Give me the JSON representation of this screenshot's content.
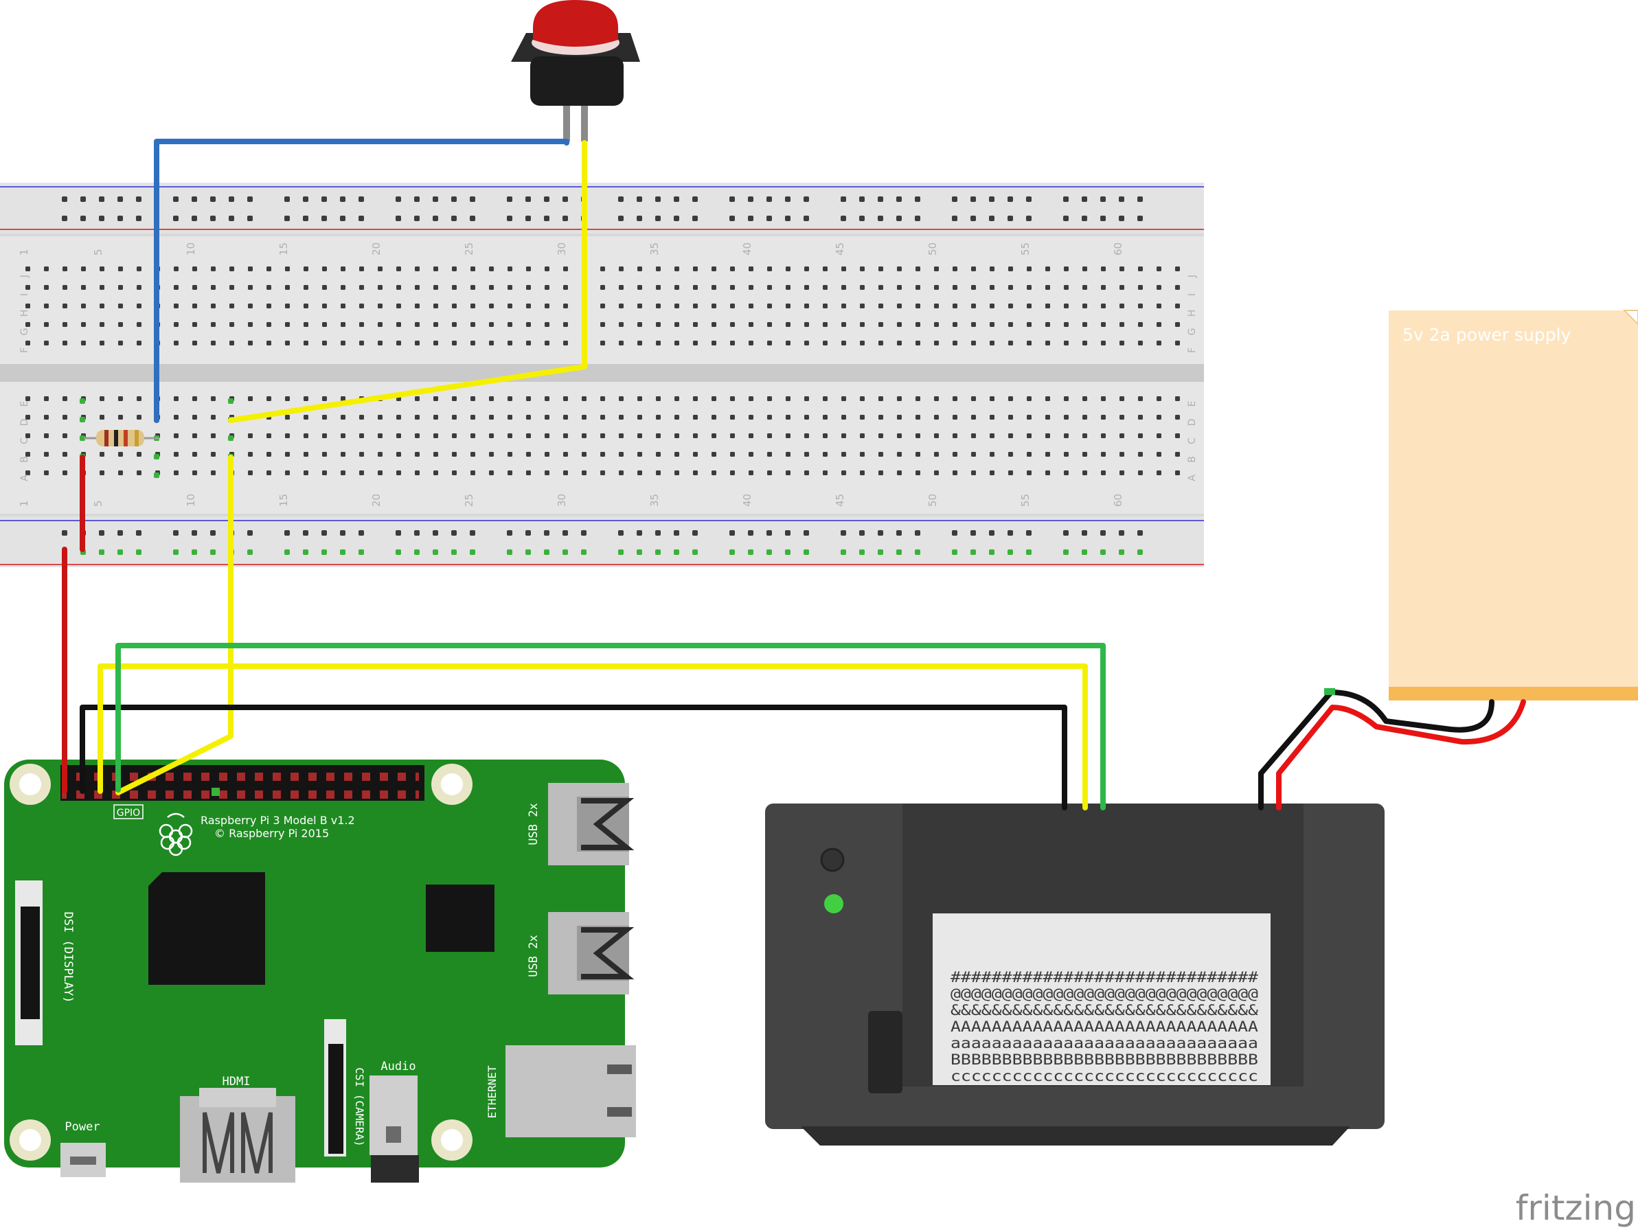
{
  "diagram": {
    "breadboard": {
      "column_numbers": [
        "1",
        "5",
        "10",
        "15",
        "20",
        "25",
        "30",
        "35",
        "40",
        "45",
        "50",
        "55",
        "60"
      ],
      "row_letters_top": [
        "J",
        "I",
        "H",
        "G",
        "F"
      ],
      "row_letters_bottom": [
        "E",
        "D",
        "C",
        "B",
        "A"
      ]
    },
    "raspberry_pi": {
      "model_line": "Raspberry Pi 3 Model B v1.2",
      "copyright_line": "© Raspberry Pi 2015",
      "gpio_label": "GPIO",
      "usb_top_label": "USB 2x",
      "usb_bottom_label": "USB 2x",
      "dsi_label": "DSI (DISPLAY)",
      "csi_label": "CSI (CAMERA)",
      "hdmi_label": "HDMI",
      "audio_label": "Audio",
      "ethernet_label": "ETHERNET",
      "power_label": "Power"
    },
    "power_supply": {
      "label": "5v 2a power supply"
    },
    "printer": {
      "paper_lines": [
        "##############################",
        "@@@@@@@@@@@@@@@@@@@@@@@@@@@@@@",
        "&&&&&&&&&&&&&&&&&&&&&&&&&&&&&&",
        "AAAAAAAAAAAAAAAAAAAAAAAAAAAAAA",
        "aaaaaaaaaaaaaaaaaaaaaaaaaaaaaa",
        "BBBBBBBBBBBBBBBBBBBBBBBBBBBBBB",
        "cccccccccccccccccccccccccccccc"
      ]
    },
    "brand": "fritzing",
    "colors": {
      "wire_blue": "#2f6fc0",
      "wire_yellow": "#f4f000",
      "wire_red": "#c81414",
      "wire_green": "#2eb84a",
      "wire_black": "#111111",
      "board_green": "#1f8a22",
      "printer_body": "#444444",
      "supply_fill": "#fde4bf",
      "button_red": "#c81818"
    }
  }
}
